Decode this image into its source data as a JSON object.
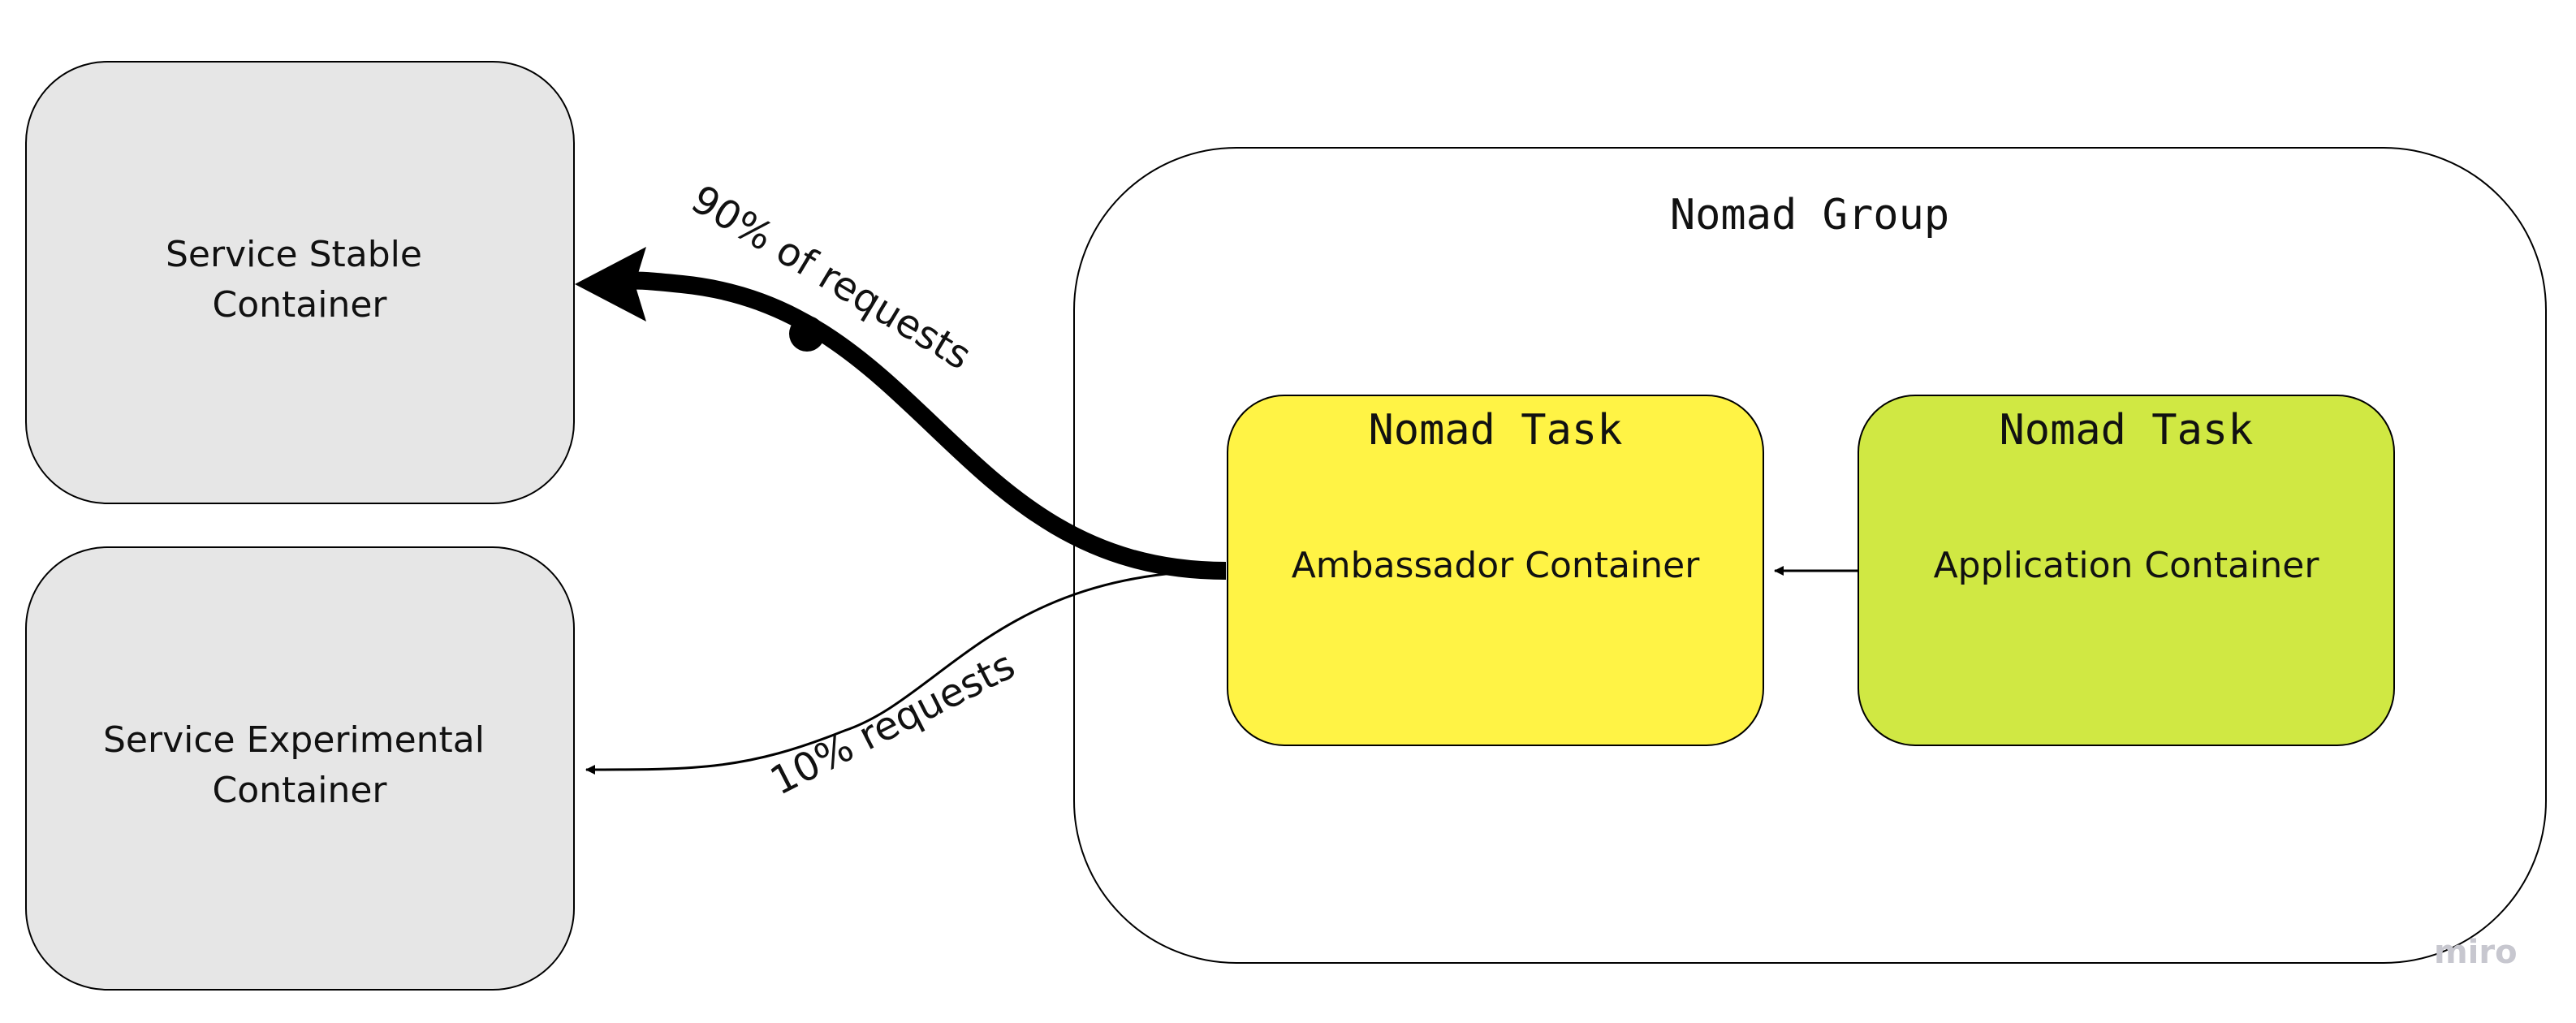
{
  "diagram": {
    "group": {
      "title": "Nomad Group",
      "fill": "#ffffff"
    },
    "tasks": [
      {
        "title": "Nomad Task",
        "label": "Ambassador Container",
        "fill": "#fff345"
      },
      {
        "title": "Nomad Task",
        "label": "Application Container",
        "fill": "#d0e843"
      }
    ],
    "services": [
      {
        "line1": "Service Stable",
        "line2": "Container",
        "fill": "#e6e6e6"
      },
      {
        "line1": "Service Experimental",
        "line2": "Container",
        "fill": "#e6e6e6"
      }
    ],
    "edges": [
      {
        "label": "90% of requests"
      },
      {
        "label": "10% requests"
      }
    ],
    "watermark": "miro"
  }
}
